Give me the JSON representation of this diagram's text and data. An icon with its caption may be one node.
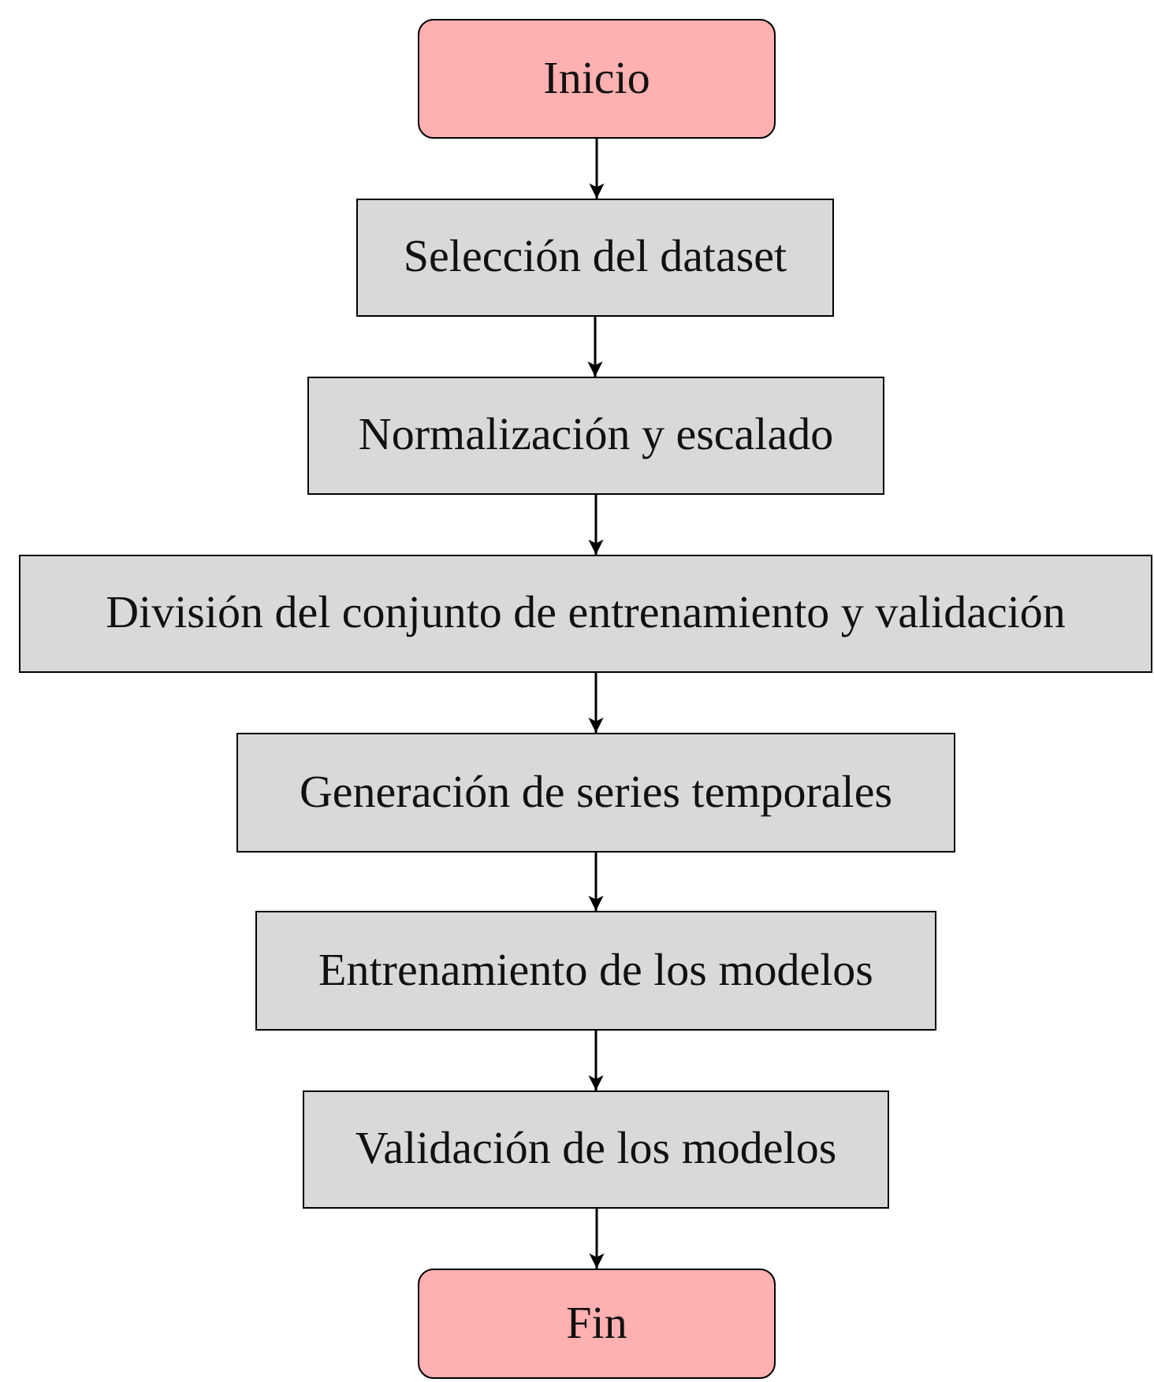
{
  "diagram": {
    "nodes": [
      {
        "text": [
          "Inicio"
        ]
      },
      {
        "text": [
          "Selección del dataset"
        ]
      },
      {
        "text": [
          "Normalización y escalado"
        ]
      },
      {
        "text": [
          "División del conjunto de entrenamiento y validación"
        ]
      },
      {
        "text": [
          "Generación de series temporales"
        ]
      },
      {
        "text": [
          "Entrenamiento de los modelos"
        ]
      },
      {
        "text": [
          "Validación de los modelos"
        ]
      },
      {
        "text": [
          "Fin"
        ]
      }
    ],
    "edges": [
      {
        "from": 0,
        "to": 1,
        "arrow": "to"
      },
      {
        "from": 1,
        "to": 2,
        "arrow": "to"
      },
      {
        "from": 2,
        "to": 3,
        "arrow": "to"
      },
      {
        "from": 3,
        "to": 4,
        "arrow": "to"
      },
      {
        "from": 4,
        "to": 5,
        "arrow": "to"
      },
      {
        "from": 5,
        "to": 6,
        "arrow": "to"
      },
      {
        "from": 6,
        "to": 7,
        "arrow": "to"
      }
    ]
  }
}
